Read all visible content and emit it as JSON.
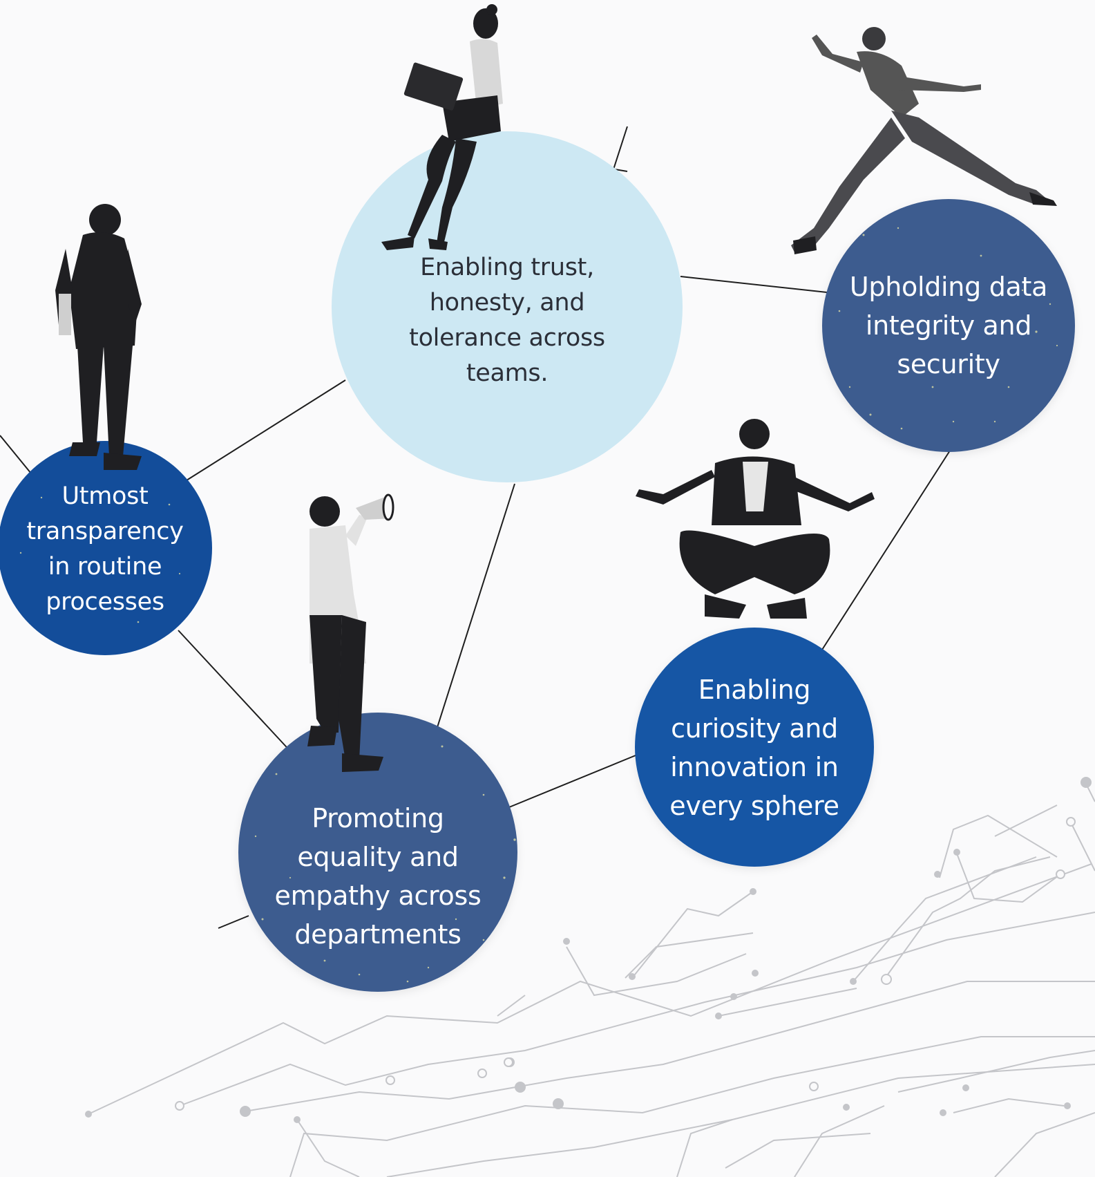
{
  "nodes": [
    {
      "id": "trust",
      "text": "Enabling trust,\nhonesty, and\ntolerance across\nteams.",
      "fill": "#cde8f3"
    },
    {
      "id": "integrity",
      "text": "Upholding data\nintegrity and\nsecurity",
      "fill": "#3e5c8f"
    },
    {
      "id": "transparency",
      "text": "Utmost\ntransparency\nin routine\nprocesses",
      "fill": "#134d9a"
    },
    {
      "id": "equality",
      "text": "Promoting\nequality and\nempathy across\ndepartments",
      "fill": "#3e5c8f"
    },
    {
      "id": "curiosity",
      "text": "Enabling\ncuriosity and\ninnovation in\nevery sphere",
      "fill": "#1756a5"
    }
  ],
  "colors": {
    "connector": "#1e1e1e",
    "circuit": "#c4c5c9",
    "person": "#1f1f22",
    "shirt": "#d7d7d7",
    "speckle": "#e8e6a6"
  },
  "figures": [
    "woman-with-laptop-figure",
    "jumping-man-figure",
    "standing-man-figure",
    "man-with-megaphone-figure",
    "meditating-man-figure"
  ]
}
